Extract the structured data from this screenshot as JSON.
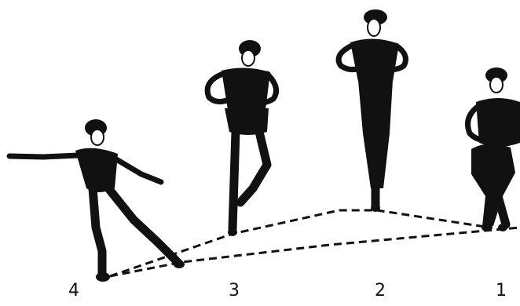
{
  "labels": {
    "pos4": "4",
    "pos3": "3",
    "pos2": "2",
    "pos1": "1"
  },
  "colors": {
    "ink": "#111111",
    "background": "#ffffff"
  }
}
